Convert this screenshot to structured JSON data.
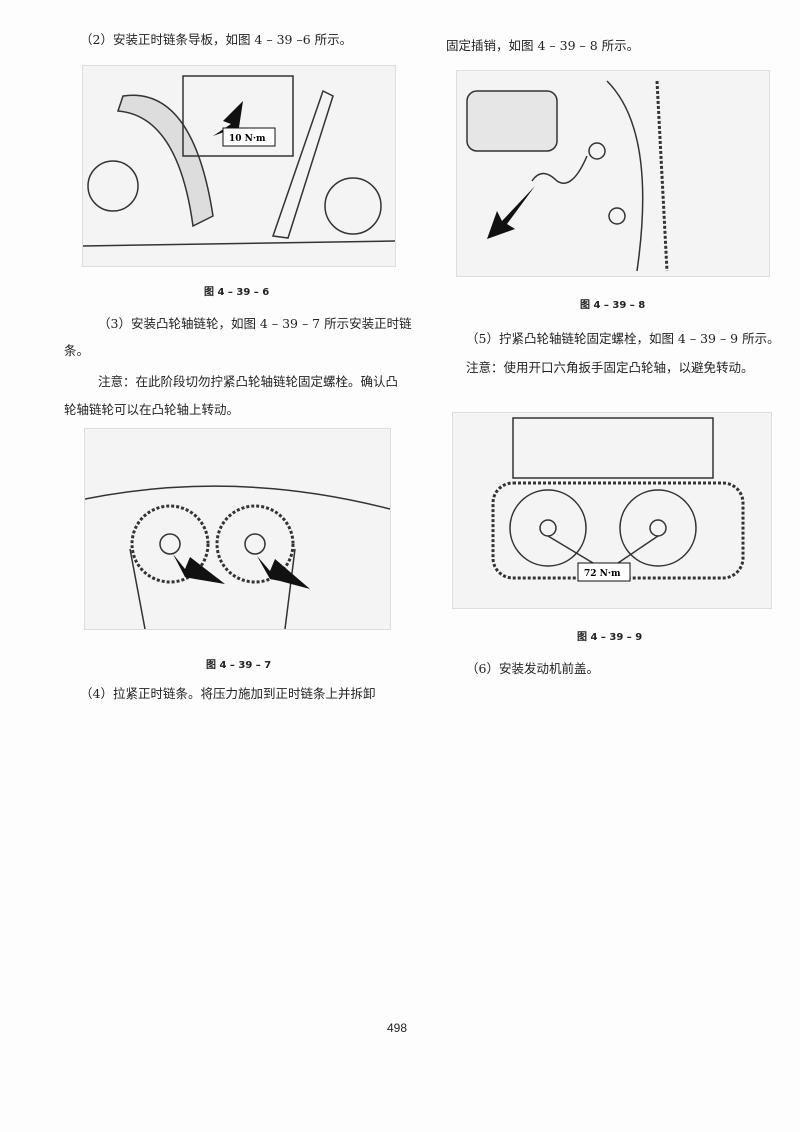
{
  "left_column": {
    "step2": "（2）安装正时链条导板，如图 4 – 39 –6 所示。",
    "fig6_caption": "图 4 – 39 – 6",
    "fig6_torque": "10 N·m",
    "step3_line1": "（3）安装凸轮轴链轮，如图 4 – 39 – 7 所示安装正时链",
    "step3_line2": "条。",
    "note1_line1": "注意：在此阶段切勿拧紧凸轮轴链轮固定螺栓。确认凸",
    "note1_line2": "轮轴链轮可以在凸轮轴上转动。",
    "fig7_caption": "图 4 – 39 – 7",
    "step4": "（4）拉紧正时链条。将压力施加到正时链条上并拆卸"
  },
  "right_column": {
    "step4_cont": "固定插销，如图 4 – 39 – 8 所示。",
    "fig8_caption": "图 4 – 39 – 8",
    "step5": "（5）拧紧凸轮轴链轮固定螺栓，如图 4 – 39 – 9 所示。",
    "note2": "注意：使用开口六角扳手固定凸轮轴，以避免转动。",
    "fig9_caption": "图 4 – 39 – 9",
    "fig9_torque": "72 N·m",
    "step6": "（6）安装发动机前盖。"
  },
  "page_number": "498"
}
